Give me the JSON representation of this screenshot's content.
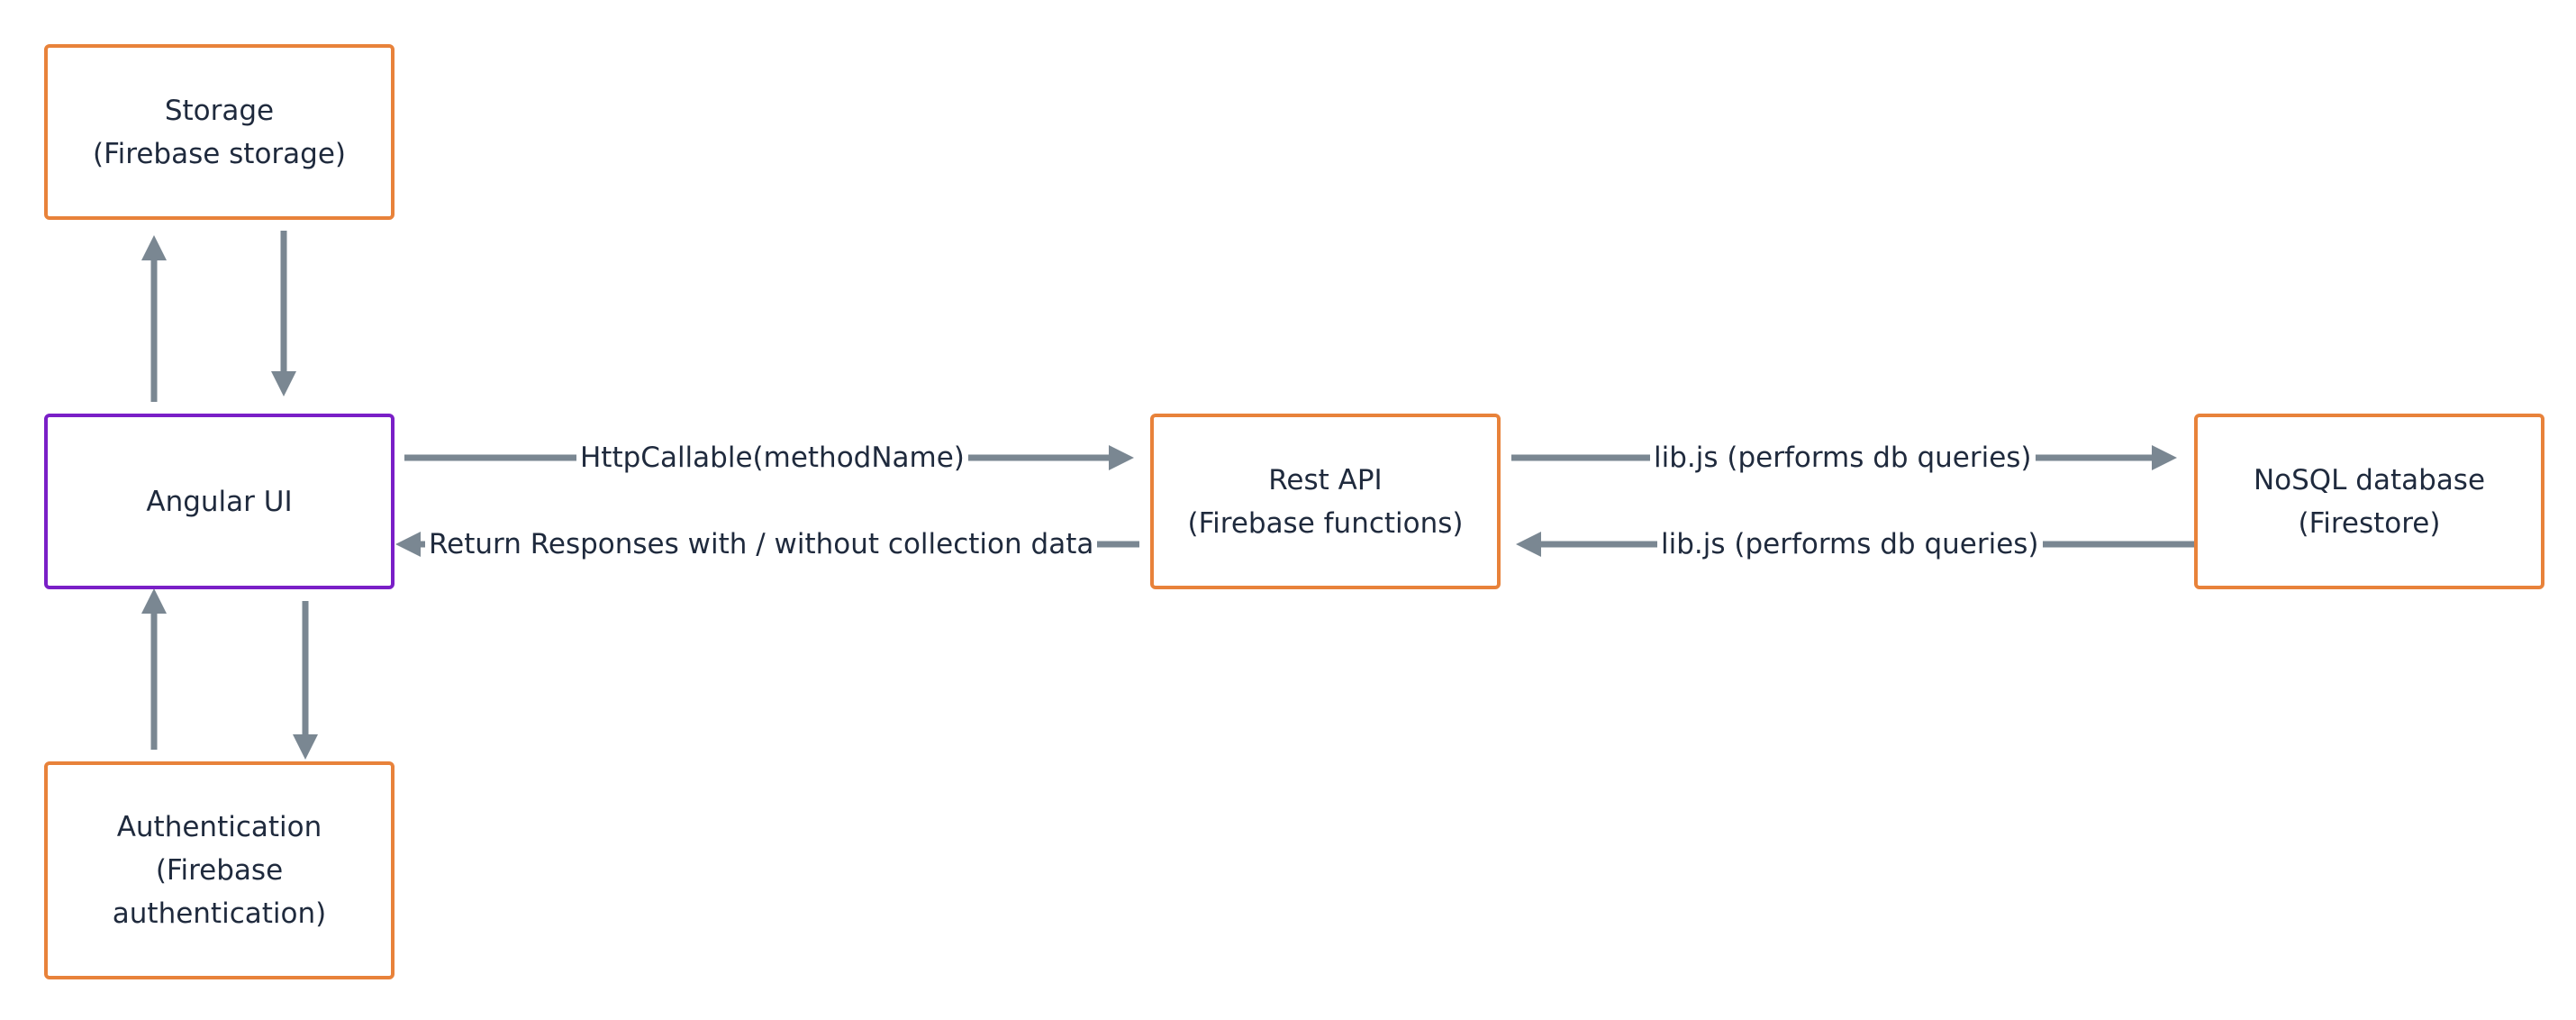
{
  "diagram": {
    "colors": {
      "node_border": "#e8823a",
      "primary_border": "#7a1fc7",
      "arrow": "#7a8792",
      "text": "#1f2a3d"
    },
    "nodes": {
      "storage": {
        "lines": [
          "Storage",
          "(Firebase storage)"
        ]
      },
      "angular": {
        "lines": [
          "Angular UI"
        ]
      },
      "auth": {
        "lines": [
          "Authentication",
          "(Firebase",
          "authentication)"
        ]
      },
      "rest": {
        "lines": [
          "Rest API",
          "(Firebase functions)"
        ]
      },
      "nosql": {
        "lines": [
          "NoSQL database",
          "(Firestore)"
        ]
      }
    },
    "edges": {
      "angular_to_rest": "HttpCallable(methodName)",
      "rest_to_angular": "Return Responses with / without collection data",
      "rest_to_nosql": "lib.js (performs db queries)",
      "nosql_to_rest": "lib.js (performs db queries)"
    }
  }
}
